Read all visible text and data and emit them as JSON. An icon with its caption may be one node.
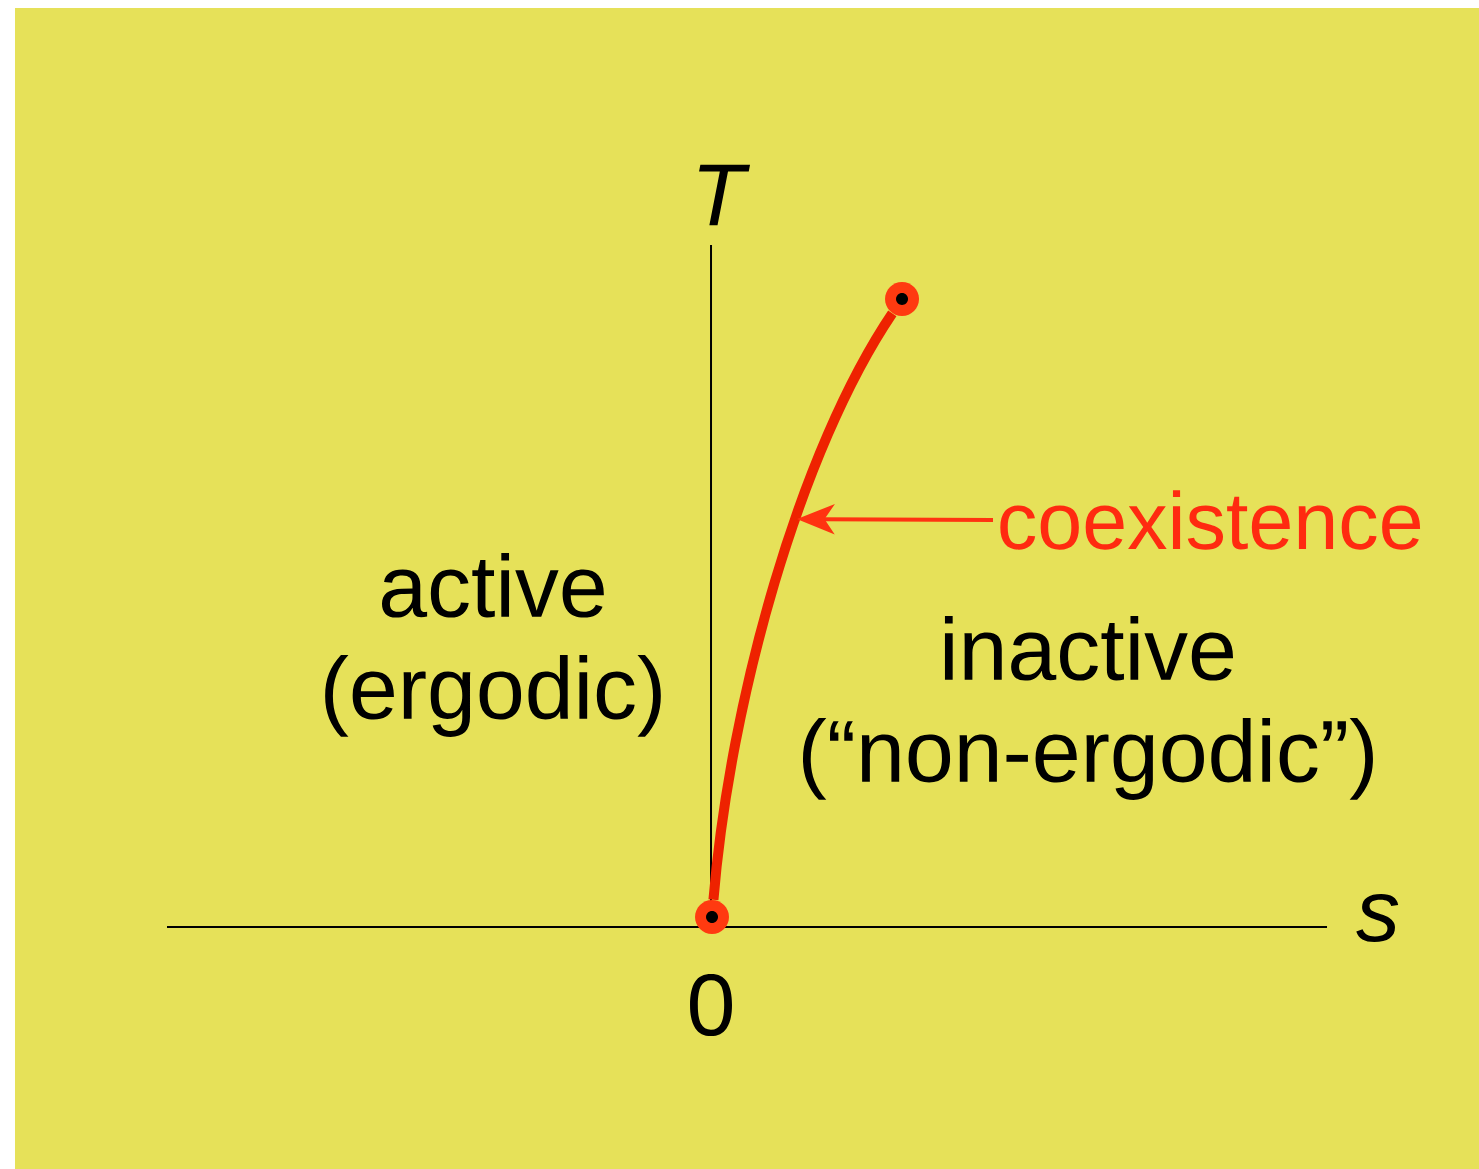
{
  "diagram": {
    "nodes": [
      {
        "text": [],
        "shape": "circle"
      },
      {
        "text": [
          "coexistence"
        ]
      },
      {
        "text": [],
        "shape": "circle"
      }
    ],
    "edges": [
      {
        "from": 2,
        "to": 0,
        "arrow": "none",
        "style": "thick",
        "color": "#ee2200"
      },
      {
        "from": 1,
        "to": null,
        "arrow": "to",
        "color": "#ff3311"
      }
    ],
    "labels": [
      "T",
      "active (ergodic)",
      "inactive (“non-ergodic”)",
      "s",
      "0"
    ]
  }
}
